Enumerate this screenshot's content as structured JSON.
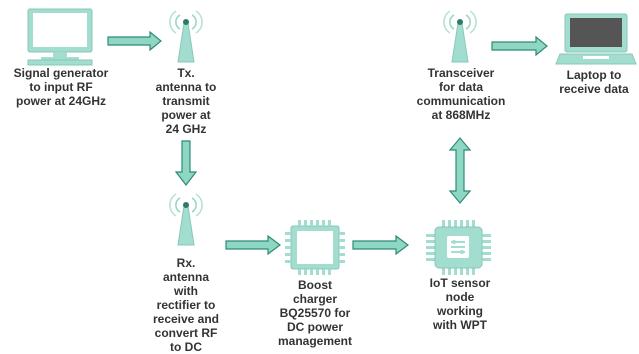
{
  "colors": {
    "accent": "#8fd6c3",
    "accent_stroke": "#2a8c78",
    "icon_fill": "#a3ddd0",
    "icon_stroke": "#86c9b8",
    "screen_dark": "#555555",
    "label": "#333333"
  },
  "nodes": {
    "signal_generator": {
      "label": "Signal generator\nto input RF\npower at 24GHz",
      "icon": "monitor-icon"
    },
    "tx_antenna": {
      "label": "Tx.\nantenna to\ntransmit\npower at\n24 GHz",
      "icon": "antenna-icon"
    },
    "rx_antenna": {
      "label": "Rx.\nantenna\nwith\nrectifier to\nreceive and\nconvert RF\nto DC",
      "icon": "antenna-icon"
    },
    "boost_charger": {
      "label": "Boost\ncharger\nBQ25570 for\nDC power\nmanagement",
      "icon": "chip-icon"
    },
    "iot_node": {
      "label": "IoT sensor\nnode\nworking\nwith WPT",
      "icon": "processor-icon"
    },
    "transceiver": {
      "label": "Transceiver\nfor data\ncommunication\nat 868MHz",
      "icon": "antenna-icon"
    },
    "laptop": {
      "label": "Laptop to\nreceive data",
      "icon": "laptop-icon"
    }
  }
}
